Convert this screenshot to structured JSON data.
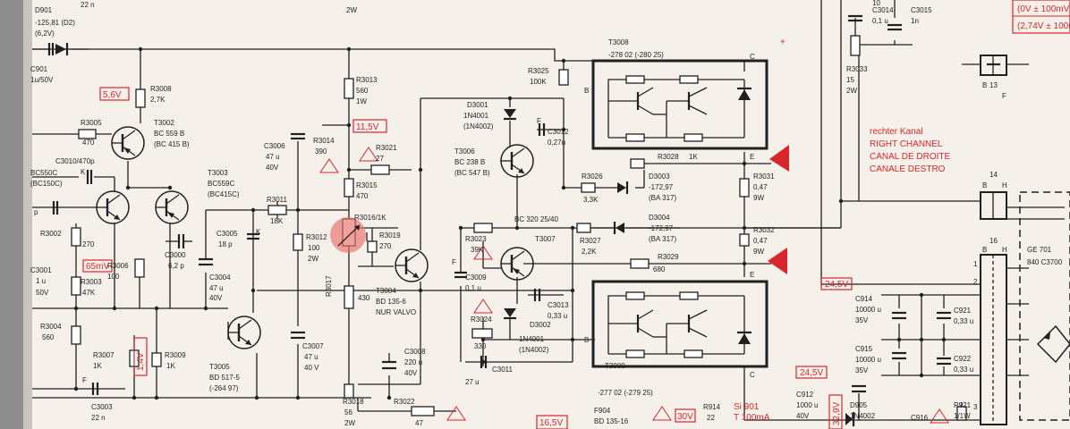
{
  "colors": {
    "paper": "#f5f1ea",
    "ink": "#202020",
    "annotation_red": "#d9262c",
    "scan_edge": "#8e8e8e"
  },
  "top": {
    "d901": "D901",
    "d901_val": "-125,81 (D2)",
    "d901_sub": "(6,2V)",
    "c901": "C901",
    "c901_val": "1u/50V",
    "mid_22n": "22 n",
    "mid_2w": "2W",
    "v_range": "(0V ± 100mV)",
    "v_274": "(2,74V ± 100mV)",
    "c3014": "C3014",
    "c3014_val": "0,1 u",
    "c3015": "C3015",
    "c3015_val": "1n",
    "cap10": "10"
  },
  "left": {
    "r3008": "R3008",
    "r3008_val": "2,7K",
    "v56": "5,6V",
    "r3005": "R3005",
    "r3005_val": "470",
    "t3002": "T3002",
    "t3002_a": "BC 559 B",
    "t3002_b": "(BC 415 B)",
    "c3010": "C3010/470p",
    "k": "K",
    "t3003": "T3003",
    "t3003_a": "BC559C",
    "t3003_b": "(BC415C)",
    "bc550c": "BC550C",
    "bc150c": "(BC150C)",
    "p": "p",
    "r3002": "R3002",
    "r3002_val": "270",
    "v65mv": "65mV",
    "r3006": "R3006",
    "r3006_val": "100",
    "r3003": "R3003",
    "r3003_val": "47K",
    "c3001": "C3001",
    "c3001_val": "1 u",
    "c3001_v": "50V",
    "c3000": "C3000",
    "c3000_val": "6,2 p",
    "c3005": "C3005",
    "c3005_val": "18 p",
    "c3004": "C3004",
    "c3004_val": "47 u",
    "c3004_v": "40V",
    "r3004": "R3004",
    "r3004_val": "560",
    "r3007": "R3007",
    "r3007_val": "1K",
    "v14": "1,4V",
    "r3009": "R3009",
    "r3009_val": "1K",
    "c3003": "C3003",
    "c3003_val": "22 n",
    "f": "F",
    "t3005": "T3005",
    "t3005_a": "BD 517-5",
    "t3005_b": "(-264 97)",
    "r3011": "R3011",
    "r3011_val": "18K",
    "c3007": "C3007",
    "c3007_val": "47 u",
    "c3007_v": "40 V",
    "c3006": "C3006",
    "c3006_val": "47 u",
    "c3006_v": "40V"
  },
  "middle": {
    "r3013": "R3013",
    "r3013_val": "560",
    "r3013_w": "1W",
    "v115": "11,5V",
    "r3014": "R3014",
    "r3014_val": "390",
    "r3021": "R3021",
    "r3021_val": "27",
    "r3015": "R3015",
    "r3015_val": "470",
    "r3016": "R3016/1K",
    "r3012": "R3012",
    "r3012_val": "100",
    "r3012_w": "2W",
    "r3019": "R3019",
    "r3019_val": "270",
    "r3017": "R3017",
    "r3017_val": "430",
    "t3004": "T3004",
    "t3004_a": "BD 135-6",
    "t3004_b": "NUR VALVO",
    "c3008": "C3008",
    "c3008_val": "220 u",
    "c3008_v": "40V",
    "r3018": "R3018",
    "r3018_val": "56",
    "r3018_w": "2W",
    "r3022": "R3022",
    "r3022_val": "47",
    "d3001": "D3001",
    "d3001_a": "1N4001",
    "d3001_b": "(1N4002)",
    "t3006": "T3006",
    "t3006_a": "BC 238 B",
    "t3006_b": "(BC 547 B)",
    "c3012": "C3012",
    "c3012_val": "0,27u",
    "r3025": "R3025",
    "r3025_val": "100K",
    "r3026": "R3026",
    "r3026_val": "3,3K",
    "r3028": "R3028",
    "r3028_val": "1K",
    "d3003": "D3003",
    "d3003_a": "-172,97",
    "d3003_b": "(BA 317)",
    "bc320": "BC 320 25/40",
    "r3023": "R3023",
    "r3023_val": "39K",
    "t3007": "T3007",
    "r3027": "R3027",
    "r3027_val": "2,2K",
    "d3004": "D3004",
    "d3004_a": "-172,97",
    "d3004_b": "(BA 317)",
    "r3029": "R3029",
    "r3029_val": "680",
    "c3009": "C3009",
    "c3009_val": "0,1 u",
    "c3013": "C3013",
    "c3013_val": "0,33 u",
    "r3024": "R3024",
    "r3024_val": "330",
    "d3002": "D3002",
    "d3002_a": "1N4001",
    "d3002_b": "(1N4002)",
    "c3011": "C3011",
    "c3011_val": "27 u",
    "f": "F",
    "k": "K"
  },
  "output": {
    "t3008": "T3008",
    "t3008_val": "-278 02 (-280 25)",
    "t3009": "T3009",
    "t3009_val": "-277 02 (-279 25)",
    "b": "B",
    "c": "C",
    "e": "E",
    "r3031": "R3031",
    "r3031_val": "0,47",
    "r3031_w": "9W",
    "r3032": "R3032",
    "r3032_val": "0,47",
    "r3032_w": "9W",
    "r3033": "R3033",
    "r3033_val": "15",
    "r3033_w": "2W"
  },
  "channel_labels": [
    "rechter Kanal",
    "RIGHT CHANNEL",
    "CANAL DE DROITE",
    "CANALE DESTRO"
  ],
  "right": {
    "b13": "B",
    "num13": "13",
    "f13": "F",
    "b14": "B",
    "num14": "14",
    "h14": "H",
    "b16": "B",
    "num16": "16",
    "h16": "H",
    "ge701": "GE 701",
    "ge701_val": "840 C3700",
    "c914": "C914",
    "c914_val": "10000 u",
    "c914_v": "35V",
    "c915": "C915",
    "c915_val": "10000 u",
    "c915_v": "35V",
    "c921": "C921",
    "c921_val": "0,33 u",
    "c922": "C922",
    "c922_val": "0,33 u",
    "v245a": "24,5V",
    "v245b": "24,5V",
    "pin1": "1",
    "pin2": "2",
    "pin3": "3",
    "c912": "C912",
    "c912_val": "1000 u",
    "c912_v": "40V",
    "v329": "32,9V",
    "d905": "D905",
    "d905_val": "1N4002",
    "c916": "C916",
    "r921": "R921",
    "r921_val": "1/1W"
  },
  "bottom": {
    "v165": "16,5V",
    "f904": "F904",
    "bd135": "BD 135-16",
    "v30": "30V",
    "r914": "R914",
    "r914_val": "22",
    "si901": "Si 901",
    "si901_val": "T 100mA"
  }
}
